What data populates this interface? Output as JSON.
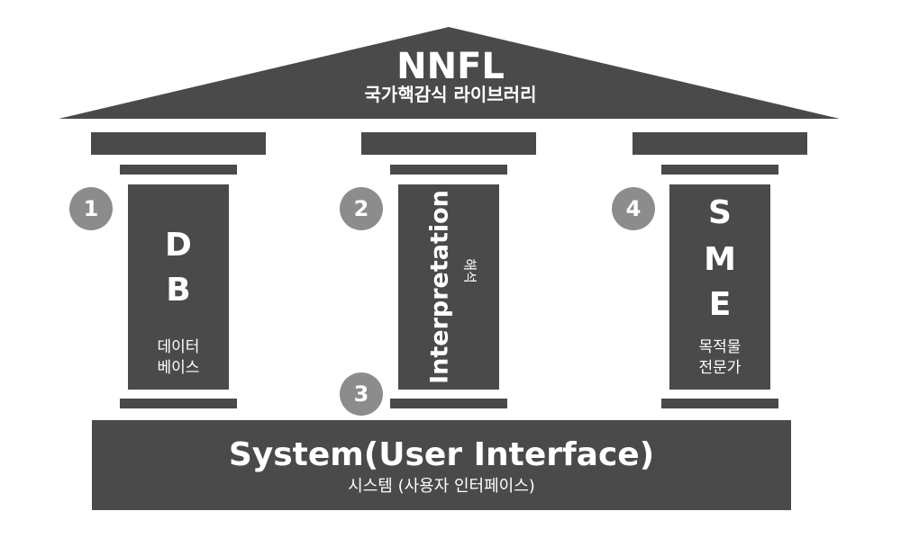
{
  "roof": {
    "title": "NNFL",
    "subtitle": "국가핵감식 라이브러리"
  },
  "pillars": [
    {
      "number": "1",
      "letters": [
        "D",
        "B"
      ],
      "caption": [
        "데이터",
        "베이스"
      ]
    },
    {
      "number": "2",
      "label": "Interpretation",
      "caption": "해석",
      "number_bottom": "3"
    },
    {
      "number": "4",
      "letters": [
        "S",
        "M",
        "E"
      ],
      "caption": [
        "목적물",
        "전문가"
      ]
    }
  ],
  "base": {
    "title": "System(User Interface)",
    "subtitle": "시스템 (사용자 인터페이스)"
  },
  "colors": {
    "structure": "#4a4a4a",
    "badge": "#8c8c8c",
    "text": "#ffffff"
  }
}
